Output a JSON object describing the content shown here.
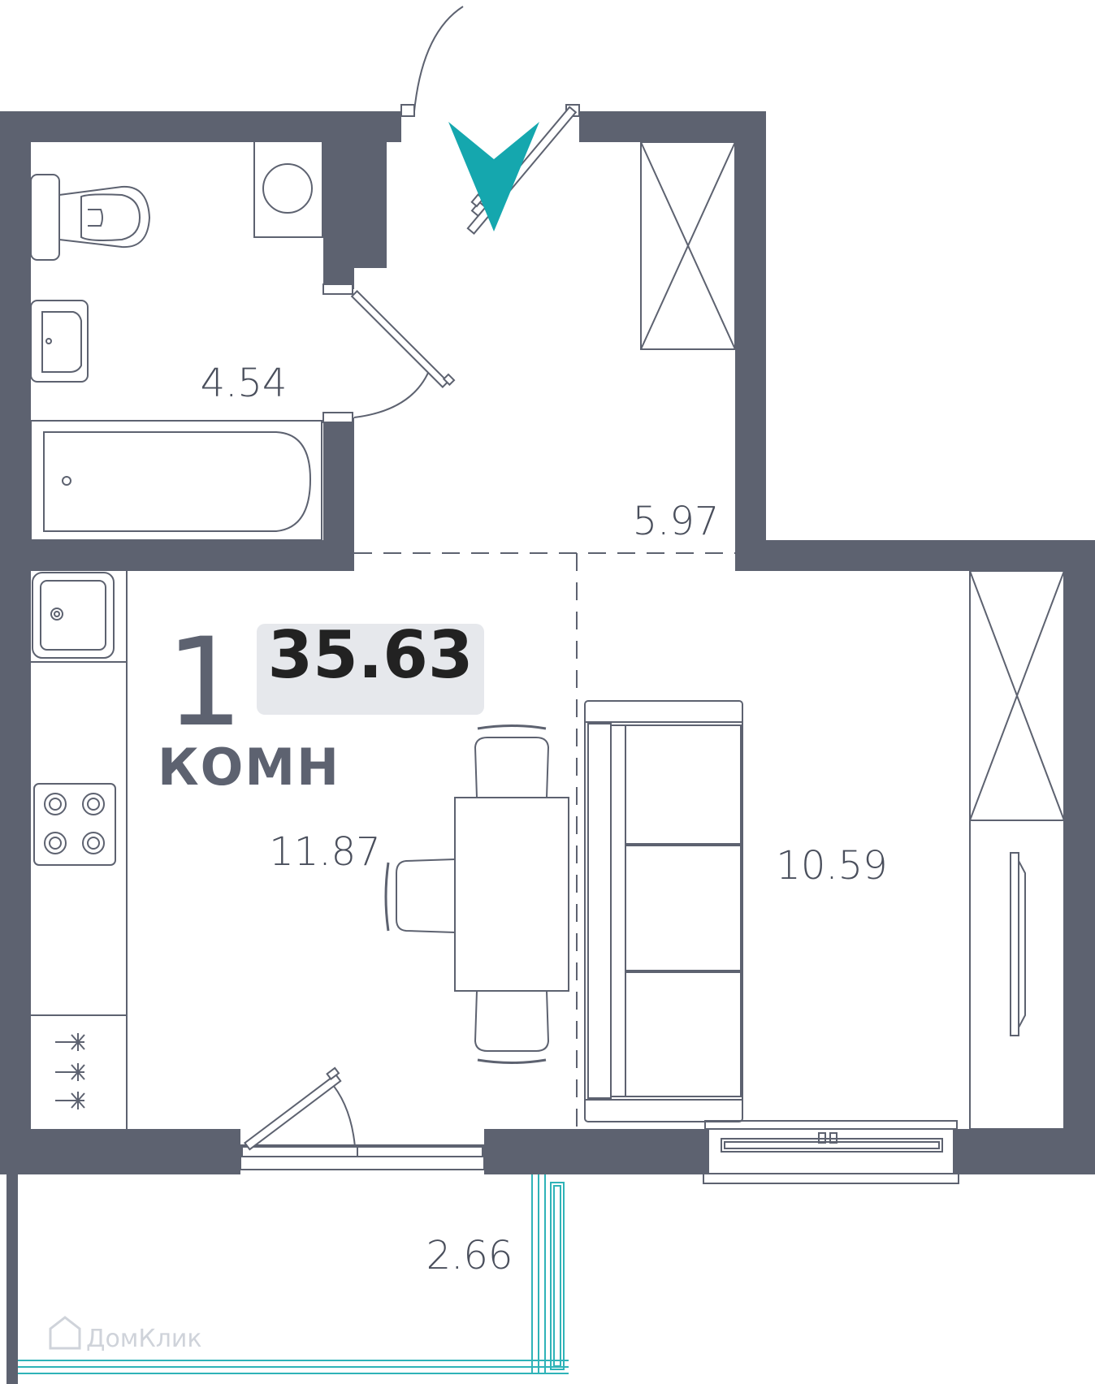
{
  "plan": {
    "rooms_count": "1",
    "rooms_label": "КОМН",
    "total_area": "35.63",
    "areas": {
      "bathroom": "4.54",
      "hallway": "5.97",
      "kitchen": "11.87",
      "living": "10.59",
      "balcony": "2.66"
    },
    "watermark": "ДомКлик"
  },
  "colors": {
    "wall": "#5d6270",
    "line": "#5d6270",
    "accent": "#15a7ae",
    "badge": "#e6e8ec",
    "glass": "#2fb3b8"
  }
}
